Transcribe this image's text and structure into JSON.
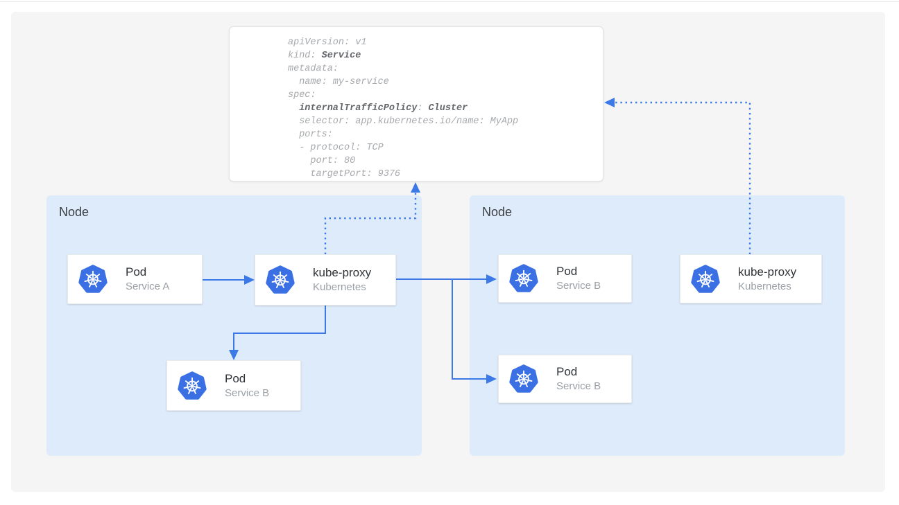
{
  "yaml_box": {
    "lines": [
      [
        {
          "text": "apiVersion: v1",
          "bold": false
        }
      ],
      [
        {
          "text": "kind: ",
          "bold": false
        },
        {
          "text": "Service",
          "bold": true
        }
      ],
      [
        {
          "text": "metadata:",
          "bold": false
        }
      ],
      [
        {
          "text": "  name: my-service",
          "bold": false
        }
      ],
      [
        {
          "text": "spec:",
          "bold": false
        }
      ],
      [
        {
          "text": "  ",
          "bold": false
        },
        {
          "text": "internalTrafficPolicy",
          "bold": true
        },
        {
          "text": ": ",
          "bold": false
        },
        {
          "text": "Cluster",
          "bold": true
        }
      ],
      [
        {
          "text": "  selector: app.kubernetes.io/name: MyApp",
          "bold": false
        }
      ],
      [
        {
          "text": "  ports:",
          "bold": false
        }
      ],
      [
        {
          "text": "  - protocol: TCP",
          "bold": false
        }
      ],
      [
        {
          "text": "    port: 80",
          "bold": false
        }
      ],
      [
        {
          "text": "    targetPort: 9376",
          "bold": false
        }
      ]
    ]
  },
  "nodes": [
    {
      "label": "Node",
      "cards": [
        {
          "title": "Pod",
          "subtitle": "Service A"
        },
        {
          "title": "kube-proxy",
          "subtitle": "Kubernetes"
        },
        {
          "title": "Pod",
          "subtitle": "Service B"
        }
      ]
    },
    {
      "label": "Node",
      "cards": [
        {
          "title": "Pod",
          "subtitle": "Service B"
        },
        {
          "title": "Pod",
          "subtitle": "Service B"
        },
        {
          "title": "kube-proxy",
          "subtitle": "Kubernetes"
        }
      ]
    }
  ],
  "colors": {
    "kubernetes_blue": "#3b70e4",
    "arrow_blue": "#3c79e6",
    "node_background": "#deebfa",
    "panel_background": "#f5f5f6",
    "card_title_text": "#2f3337",
    "card_subtitle_text": "#9aa0a6",
    "yaml_text": "#a6a8ab",
    "yaml_bold_text": "#63666a"
  }
}
